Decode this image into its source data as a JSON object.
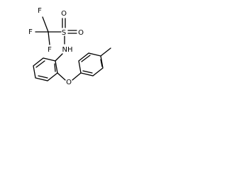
{
  "molecule": {
    "atom_labels": {
      "f1": "F",
      "f2": "F",
      "f3": "F",
      "s": "S",
      "o1": "O",
      "o2": "O",
      "nh": "NH",
      "o_ether": "O"
    },
    "colors": {
      "bond": "#000000",
      "label": "#000000",
      "background": "#ffffff"
    }
  }
}
